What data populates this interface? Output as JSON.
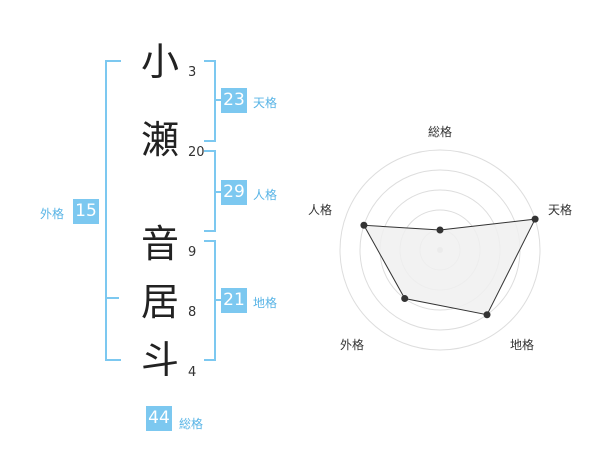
{
  "characters": [
    {
      "char": "小",
      "strokes": "3"
    },
    {
      "char": "瀬",
      "strokes": "20"
    },
    {
      "char": "音",
      "strokes": "9"
    },
    {
      "char": "居",
      "strokes": "8"
    },
    {
      "char": "斗",
      "strokes": "4"
    }
  ],
  "fortunes": {
    "tenkaku": {
      "value": "23",
      "label": "天格"
    },
    "jinkaku": {
      "value": "29",
      "label": "人格"
    },
    "chikaku": {
      "value": "21",
      "label": "地格"
    },
    "gaikaku": {
      "value": "15",
      "label": "外格"
    },
    "soukaku": {
      "value": "44",
      "label": "総格"
    }
  },
  "chart_data": {
    "type": "radar",
    "axes": [
      "総格",
      "天格",
      "地格",
      "外格",
      "人格"
    ],
    "values": [
      1,
      5,
      4,
      3,
      4
    ],
    "max": 5,
    "colors": {
      "fill": "#f0f0f0",
      "stroke": "#333333",
      "grid": "#dddddd",
      "center": "#cccccc",
      "accent": "#7cc8f0"
    }
  }
}
